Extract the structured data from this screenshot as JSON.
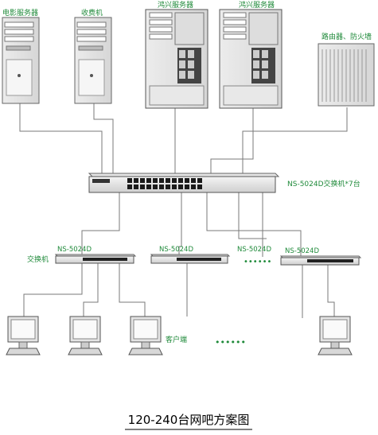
{
  "servers": {
    "movie_server": "电影服务器",
    "billing": "收费机",
    "hongxing_server_1": "鸿兴服务器",
    "hongxing_server_2": "鸿兴服务器",
    "router_firewall": "路由器、防火墙"
  },
  "core_switch": {
    "label": "NS-5024D交换机*7台"
  },
  "edge_switches": {
    "switch1_model": "NS-5024D",
    "switch1_type": "交换机",
    "switch2_model": "NS-5024D",
    "switch3_model": "NS-5024D",
    "switch4_model": "NS-5024D",
    "dots": "••••••"
  },
  "clients": {
    "label": "客户端",
    "dots": "••••••"
  },
  "footer": {
    "title": "120-240台网吧方案图"
  }
}
